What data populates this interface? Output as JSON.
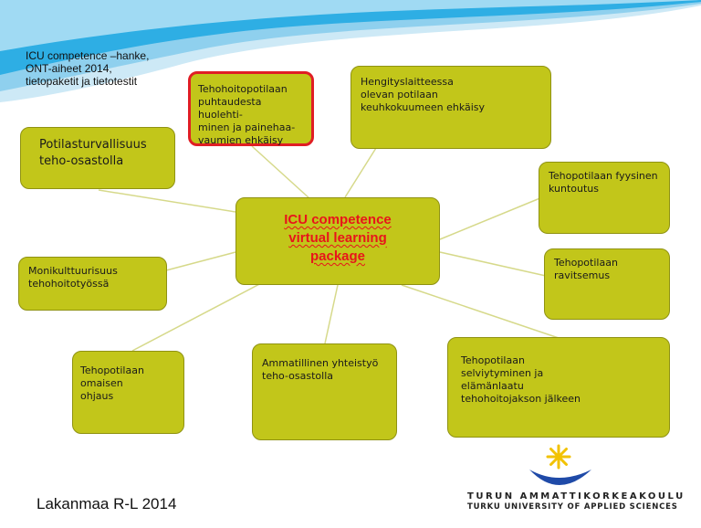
{
  "header": {
    "lines": [
      "ICU competence –hanke,",
      "ONT-aiheet 2014,",
      "tietopaketit ja tietotestit"
    ]
  },
  "center": {
    "text": "ICU competence\nvirtual learning\npackage"
  },
  "nodes": [
    {
      "text": "Tehohoitopotilaan\npuhtaudesta huolehti-\nminen ja painehaa-\nvaumien ehkäisy"
    },
    {
      "text": "Hengityslaitteessa\nolevan potilaan\nkeuhkokuumeen ehkäisy"
    },
    {
      "text": "Potilasturvallisuus\nteho-osastolla"
    },
    {
      "text": "Tehopotilaan fyysinen\nkuntoutus"
    },
    {
      "text": "Tehopotilaan\nravitsemus"
    },
    {
      "text": "Monikulttuurisuus\ntehohoitotyössä"
    },
    {
      "text": "Tehopotilaan\nomaisen\nohjaus"
    },
    {
      "text": "Ammatillinen yhteistyö\nteho-osastolla"
    },
    {
      "text": "Tehopotilaan\nselviytyminen ja\nelämänlaatu\ntehohoitojakson jälkeen"
    }
  ],
  "footer": {
    "author": "Lakanmaa  R-L 2014"
  },
  "logo": {
    "name_fi": "TURUN AMMATTIKORKEAKOULU",
    "name_en": "TURKU UNIVERSITY OF APPLIED SCIENCES"
  },
  "colors": {
    "box_fill": "#c2c61a",
    "center_text": "#e8141a",
    "highlight_border": "#e01e24",
    "connector": "#d6d98a",
    "wave": "#1aa8e0",
    "logo_star": "#f2c200",
    "logo_arc_blue": "#1f4aa8"
  }
}
